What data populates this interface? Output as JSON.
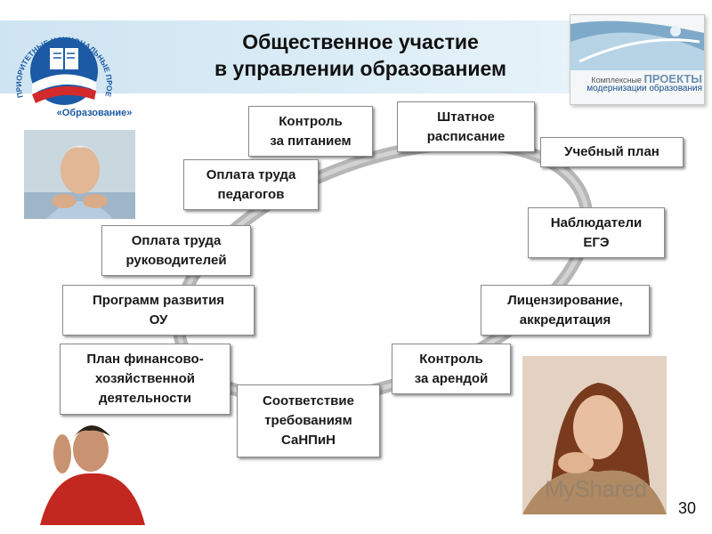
{
  "slide": {
    "title_line1": "Общественное участие",
    "title_line2": "в управлении образованием",
    "page_number": "30"
  },
  "logo_left": {
    "ring_text": "ПРИОРИТЕТНЫЕ НАЦИОНАЛЬНЫЕ ПРОЕКТЫ",
    "label": "«Образование»"
  },
  "logo_right": {
    "line1_prefix": "Комплексные ",
    "line1_highlight": "ПРОЕКТЫ",
    "line2": "модернизации образования"
  },
  "items": {
    "control_food": [
      "Контроль",
      "за питанием"
    ],
    "staff_schedule": [
      "Штатное",
      "расписание"
    ],
    "curriculum": [
      "Учебный план"
    ],
    "teacher_pay": [
      "Оплата труда",
      "педагогов"
    ],
    "ege_observers": [
      "Наблюдатели",
      "ЕГЭ"
    ],
    "manager_pay": [
      "Оплата труда",
      "руководителей"
    ],
    "dev_programs": [
      "Программ развития",
      "ОУ"
    ],
    "licensing": [
      "Лицензирование,",
      "аккредитация"
    ],
    "finance_plan": [
      "План финансово-",
      "хозяйственной",
      "деятельности"
    ],
    "rent_control": [
      "Контроль",
      "за арендой"
    ],
    "sanpin": [
      "Соответствие",
      "требованиям",
      "СаНПиН"
    ]
  },
  "watermark": "MyShared",
  "colors": {
    "header_bg": "#d9ecf6",
    "ellipse": "#a9a9a9",
    "box_border": "#8a8a8a",
    "logo_blue": "#1c5aa6",
    "logo_red": "#d22a2a"
  }
}
